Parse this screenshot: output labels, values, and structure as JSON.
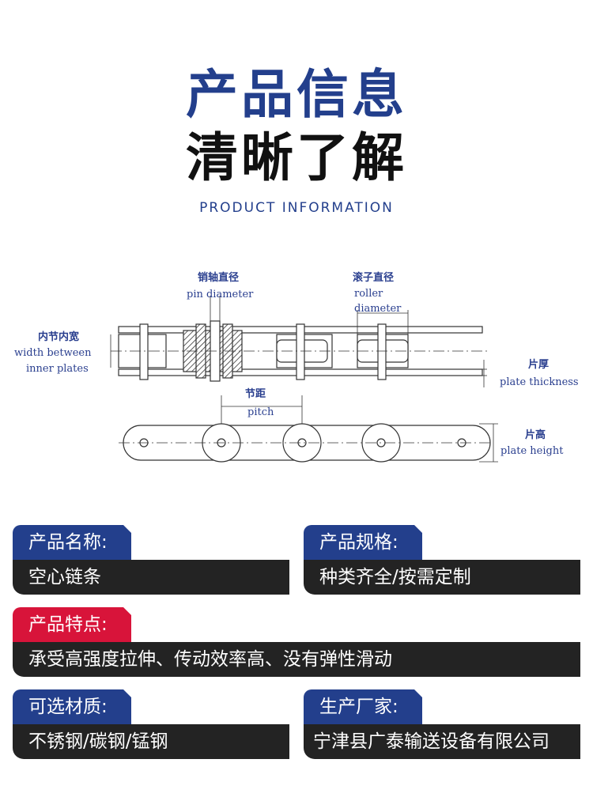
{
  "header": {
    "title_line1": "产品信息",
    "title_line2": "清晰了解",
    "subtitle": "PRODUCT INFORMATION"
  },
  "diagram": {
    "pin_diameter_cn": "销轴直径",
    "pin_diameter_en": "pin diameter",
    "roller_diameter_cn": "滚子直径",
    "roller_diameter_en_1": "roller",
    "roller_diameter_en_2": "diameter",
    "inner_width_cn": "内节内宽",
    "inner_width_en_1": "width between",
    "inner_width_en_2": "inner plates",
    "plate_thickness_cn": "片厚",
    "plate_thickness_en": "plate thickness",
    "pitch_cn": "节距",
    "pitch_en": "pitch",
    "plate_height_cn": "片高",
    "plate_height_en": "plate height"
  },
  "info": {
    "name_label": "产品名称:",
    "name_value": "空心链条",
    "spec_label": "产品规格:",
    "spec_value": "种类齐全/按需定制",
    "feature_label": "产品特点:",
    "feature_value": "承受高强度拉伸、传动效率高、没有弹性滑动",
    "material_label": "可选材质:",
    "material_value": "不锈钢/碳钢/锰钢",
    "maker_label": "生产厂家:",
    "maker_value": "宁津县广泰输送设备有限公司"
  },
  "colors": {
    "brand_blue": "#233f8c",
    "accent_red": "#d8143a",
    "bar_dark": "#232323"
  }
}
